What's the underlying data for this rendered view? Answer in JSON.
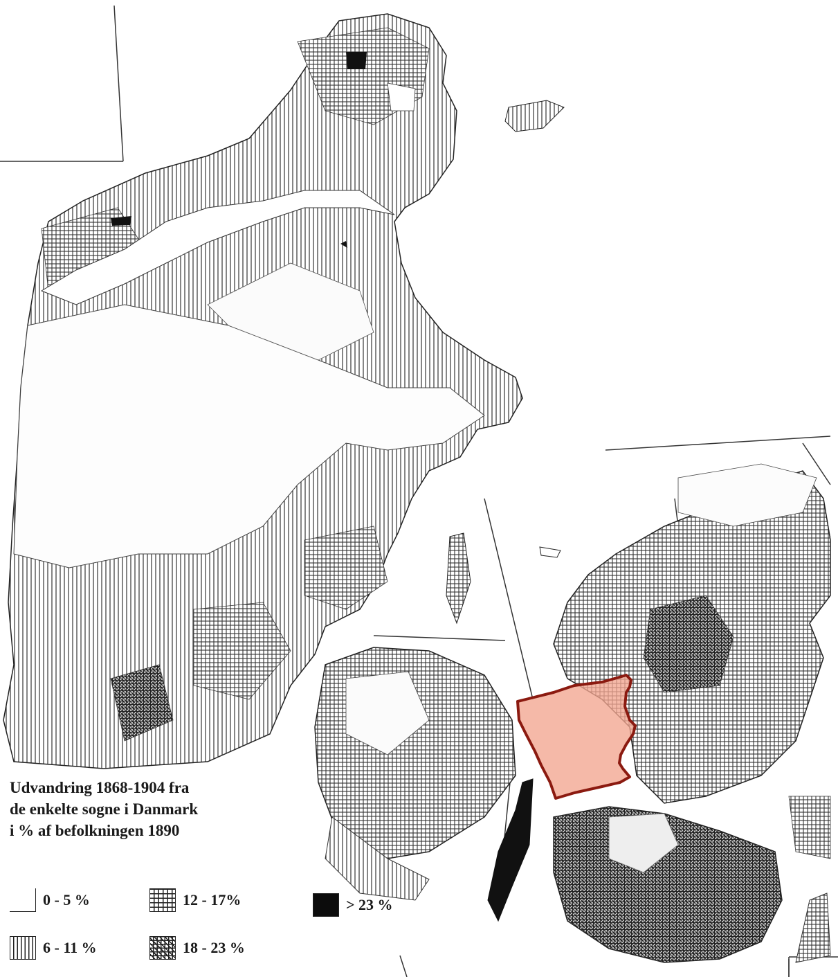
{
  "legend": {
    "title_lines": [
      "Udvandring 1868-1904 fra",
      "de enkelte sogne i Danmark",
      "i % af befolkningen 1890"
    ],
    "items": [
      {
        "label": "0 - 5 %",
        "pattern": "blank"
      },
      {
        "label": "12 - 17%",
        "pattern": "grid"
      },
      {
        "label": "> 23 %",
        "pattern": "solid"
      },
      {
        "label": "6 - 11 %",
        "pattern": "vertical-lines"
      },
      {
        "label": "18 - 23 %",
        "pattern": "dense-crosshatch"
      }
    ]
  },
  "highlight": {
    "color": "#8b1a10",
    "fill": "#f2a58f",
    "icon": "highlighted-region"
  },
  "colors": {
    "ink": "#1a1a1a",
    "paper": "#ffffff"
  }
}
